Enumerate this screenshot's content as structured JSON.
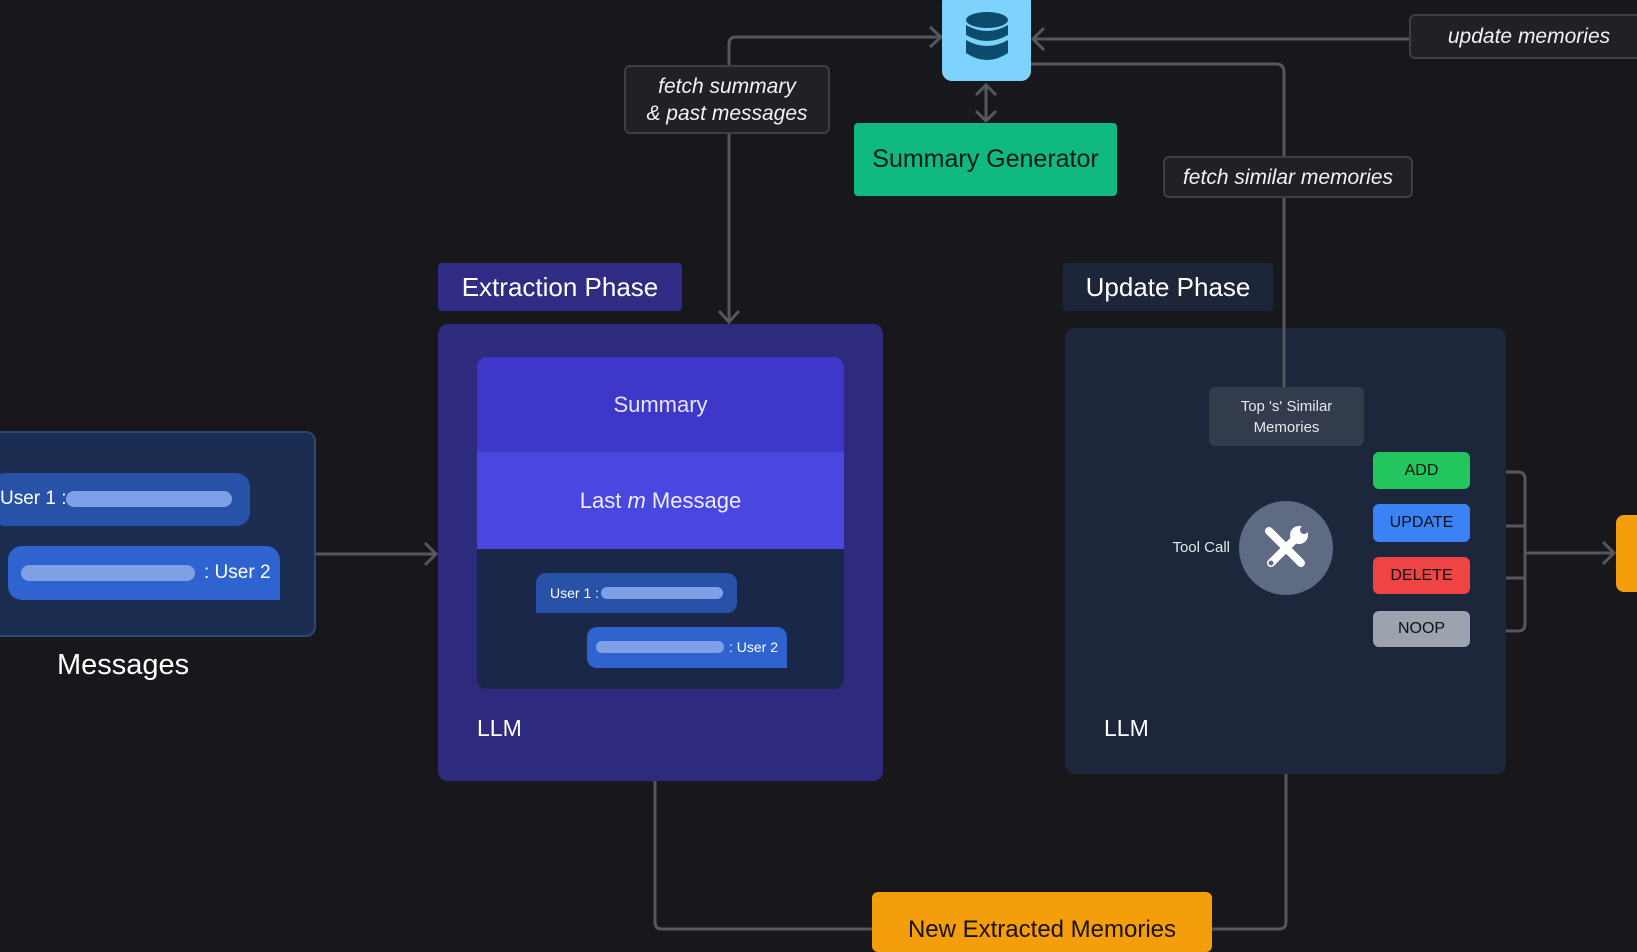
{
  "database": {
    "icon": "database-icon",
    "color": "#7dd3fc"
  },
  "labels": {
    "update_memories": "update memories",
    "fetch_summary": "fetch summary",
    "fetch_past": "& past messages",
    "fetch_similar": "fetch similar memories"
  },
  "summary_generator": {
    "label": "Summary Generator",
    "color": "#10b981"
  },
  "messages": {
    "title": "Messages",
    "user1": "User 1 :",
    "user2": ": User 2"
  },
  "extraction": {
    "phase_label": "Extraction Phase",
    "summary": "Summary",
    "last_prefix": "Last ",
    "last_m": "m",
    "last_suffix": " Message",
    "user1": "User 1 :",
    "user2": ": User 2",
    "llm": "LLM"
  },
  "update": {
    "phase_label": "Update Phase",
    "top_s_line1": "Top 's' Similar",
    "top_s_line2": "Memories",
    "tool_call": "Tool Call",
    "tool_icon": "tools-icon",
    "ops": [
      {
        "label": "ADD",
        "color": "#22c55e"
      },
      {
        "label": "UPDATE",
        "color": "#3b82f6"
      },
      {
        "label": "DELETE",
        "color": "#ef4444"
      },
      {
        "label": "NOOP",
        "color": "#9ca3af"
      }
    ],
    "llm": "LLM"
  },
  "new_extracted": {
    "label": "New Extracted Memories",
    "color": "#f59e0b"
  }
}
